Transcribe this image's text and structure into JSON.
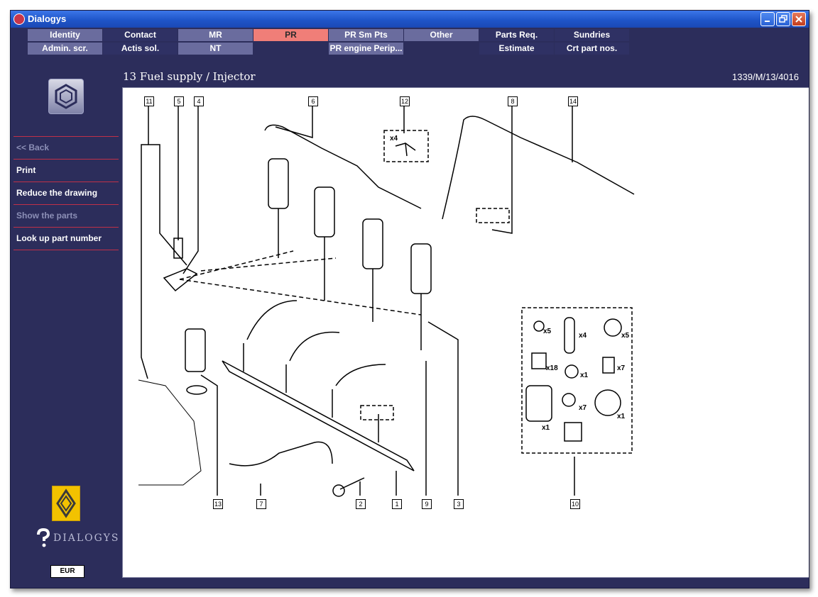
{
  "window": {
    "title": "Dialogys"
  },
  "menu": {
    "row1": [
      "Identity",
      "Contact",
      "MR",
      "PR",
      "PR Sm Pts",
      "Other",
      "Parts Req.",
      "Sundries"
    ],
    "row2": [
      "Admin. scr.",
      "Actis sol.",
      "NT",
      "",
      "PR engine Perip...",
      "",
      "Estimate",
      "Crt part nos."
    ],
    "active": "PR"
  },
  "sidebar": {
    "items": [
      {
        "label": "<< Back",
        "enabled": false
      },
      {
        "label": "Print",
        "enabled": true
      },
      {
        "label": "Reduce the drawing",
        "enabled": true
      },
      {
        "label": "Show the parts",
        "enabled": false
      },
      {
        "label": "Look up part number",
        "enabled": true
      }
    ],
    "brand": "DIALOGYS",
    "currency": "EUR"
  },
  "header": {
    "title": "13 Fuel supply / Injector",
    "reference": "1339/M/13/4016"
  },
  "diagram": {
    "callouts": [
      "11",
      "5",
      "4",
      "6",
      "12",
      "8",
      "14",
      "13",
      "7",
      "2",
      "1",
      "9",
      "3",
      "10"
    ],
    "quantities": [
      "x4",
      "x5",
      "x4",
      "x5",
      "x18",
      "x1",
      "x7",
      "x7",
      "x1",
      "x1"
    ]
  },
  "colors": {
    "background": "#2c2d5b",
    "menu_tab": "#6a6c9e",
    "menu_active": "#f07e78",
    "separator": "#c03048",
    "titlebar": "#1f55c9"
  }
}
